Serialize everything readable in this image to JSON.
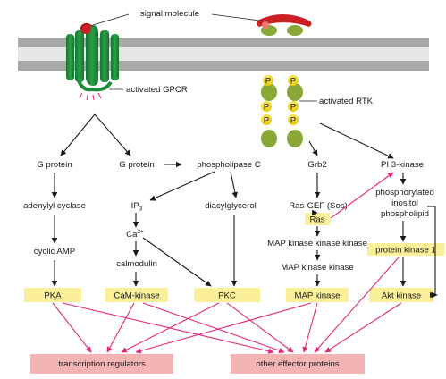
{
  "colors": {
    "membrane": "#a8aaaa",
    "gpcr": "#1f8a3a",
    "rtk": "#8aa838",
    "signal": "#cc1f24",
    "phospho": "#f2d00a",
    "yellow_box": "#fbef9a",
    "pink_box": "#f5b4b4",
    "arrow": "#1a1a1a",
    "pink_arrow": "#e0297a"
  },
  "labels": {
    "signal_molecule": "signal molecule",
    "activated_gpcr": "activated GPCR",
    "activated_rtk": "activated RTK",
    "phospho": "P",
    "g_protein_1": "G protein",
    "g_protein_2": "G protein",
    "phospholipase_c": "phospholipase C",
    "grb2": "Grb2",
    "pi3_kinase": "PI 3-kinase",
    "adenylyl_cyclase": "adenylyl cyclase",
    "ip3_base": "IP",
    "ip3_sub": "3",
    "diacylglycerol": "diacylglycerol",
    "ras_gef": "Ras-GEF (Sos)",
    "phosphorylated_1": "phosphorylated",
    "phosphorylated_2": "inositol",
    "phosphorylated_3": "phospholipid",
    "ca_base": "Ca",
    "ca_sup": "2+",
    "ras": "Ras",
    "cyclic_amp": "cyclic AMP",
    "calmodulin": "calmodulin",
    "mapkkk": "MAP kinase kinase kinase",
    "protein_kinase_1": "protein kinase 1",
    "mapkk": "MAP kinase kinase",
    "pka": "PKA",
    "camk": "CaM-kinase",
    "pkc": "PKC",
    "mapk": "MAP kinase",
    "akt": "Akt kinase",
    "transcription": "transcription regulators",
    "effector": "other effector proteins"
  }
}
